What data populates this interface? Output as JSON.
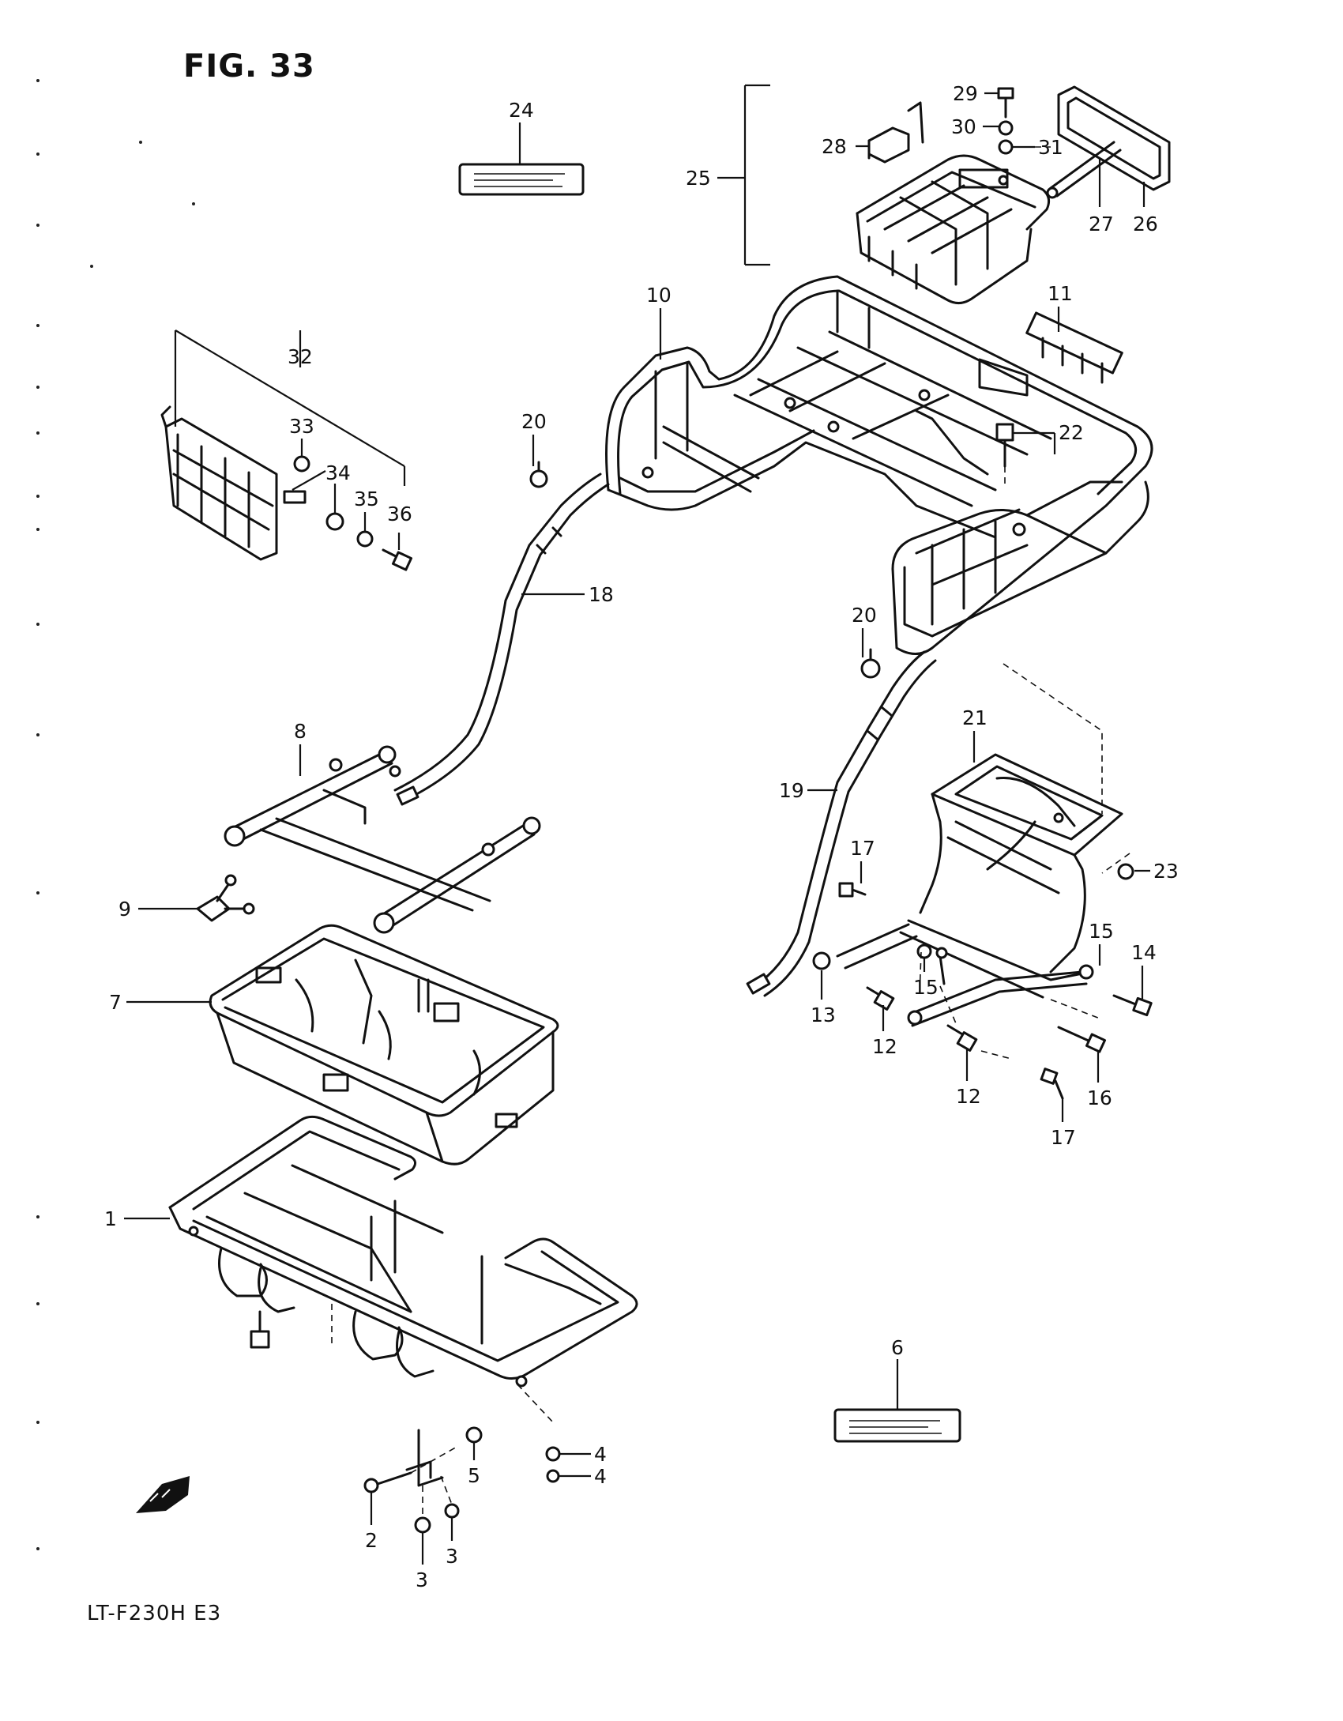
{
  "figure": {
    "title": "FIG. 33",
    "model": "LT-F230H  E3"
  },
  "callouts": [
    "1",
    "2",
    "3",
    "3",
    "4",
    "4",
    "5",
    "6",
    "7",
    "8",
    "9",
    "10",
    "11",
    "12",
    "12",
    "13",
    "14",
    "15",
    "15",
    "16",
    "17",
    "17",
    "18",
    "19",
    "20",
    "20",
    "21",
    "22",
    "23",
    "24",
    "25",
    "26",
    "27",
    "28",
    "29",
    "30",
    "31",
    "32",
    "33",
    "34",
    "35",
    "36"
  ],
  "icons": {
    "front_arrow": "front-direction-arrow-icon"
  }
}
